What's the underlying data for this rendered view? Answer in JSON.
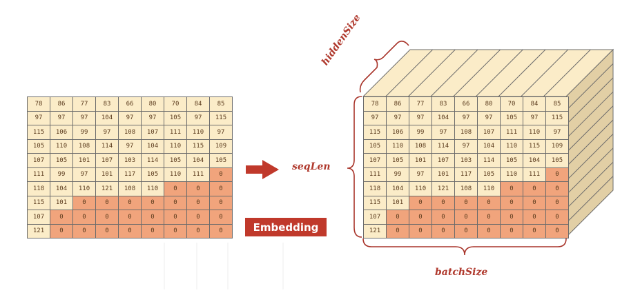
{
  "labels": {
    "hidden_size": "hiddenSize",
    "seq_len": "seqLen",
    "batch_size": "batchSize",
    "embedding": "Embedding"
  },
  "matrix": {
    "rows": [
      [
        "78",
        "86",
        "77",
        "83",
        "66",
        "80",
        "70",
        "84",
        "85"
      ],
      [
        "97",
        "97",
        "97",
        "104",
        "97",
        "97",
        "105",
        "97",
        "115"
      ],
      [
        "115",
        "106",
        "99",
        "97",
        "108",
        "107",
        "111",
        "110",
        "97"
      ],
      [
        "105",
        "110",
        "108",
        "114",
        "97",
        "104",
        "110",
        "115",
        "109"
      ],
      [
        "107",
        "105",
        "101",
        "107",
        "103",
        "114",
        "105",
        "104",
        "105"
      ],
      [
        "111",
        "99",
        "97",
        "101",
        "117",
        "105",
        "110",
        "111",
        "0"
      ],
      [
        "118",
        "104",
        "110",
        "121",
        "108",
        "110",
        "0",
        "0",
        "0"
      ],
      [
        "115",
        "101",
        "0",
        "0",
        "0",
        "0",
        "0",
        "0",
        "0"
      ],
      [
        "107",
        "0",
        "0",
        "0",
        "0",
        "0",
        "0",
        "0",
        "0"
      ],
      [
        "121",
        "0",
        "0",
        "0",
        "0",
        "0",
        "0",
        "0",
        "0"
      ]
    ],
    "token_color": "#fbecc8",
    "padding_color": "#f1a47c"
  },
  "colors": {
    "accent": "#c0392b",
    "brace": "#a8342a",
    "cube_top": "#fbecc8",
    "cube_side": "#e2cfa5"
  }
}
